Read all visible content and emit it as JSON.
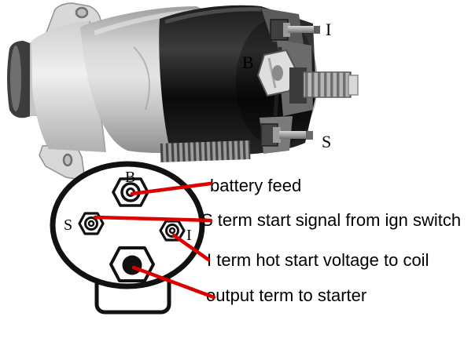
{
  "title": "starter solenoid terminal identification diagram",
  "colors": {
    "pointer_red": "#dd0000",
    "label_yellow": "#ffff00",
    "diagram_black": "#111111"
  },
  "photo": {
    "labels": {
      "i": "I",
      "b": "B",
      "s": "S"
    }
  },
  "diagram": {
    "labels": {
      "b": "B",
      "s": "S",
      "i": "I"
    },
    "annotations": [
      {
        "label": "battery feed"
      },
      {
        "label": "S term start signal from ign switch"
      },
      {
        "label": "I term hot start voltage to coil"
      },
      {
        "label": "output term to starter"
      }
    ]
  }
}
